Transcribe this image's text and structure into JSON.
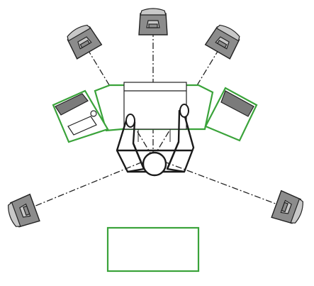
{
  "colors": {
    "outline": "#3aa33a",
    "speaker_body": "#8c8c8c",
    "speaker_cap": "#c8c8c8",
    "stroke": "#222222",
    "guide_line": "#222222"
  },
  "listener": {
    "label": "",
    "icon": "chair-with-listener-icon"
  },
  "speakers": [
    {
      "id": "front-center",
      "icon": "speaker-icon"
    },
    {
      "id": "front-left",
      "icon": "speaker-icon"
    },
    {
      "id": "front-right",
      "icon": "speaker-icon"
    },
    {
      "id": "surround-left",
      "icon": "speaker-icon"
    },
    {
      "id": "surround-right",
      "icon": "speaker-icon"
    }
  ],
  "desk": {
    "icon": "desk-icon"
  },
  "monitors": [
    {
      "id": "left-monitor",
      "icon": "monitor-icon"
    },
    {
      "id": "right-monitor",
      "icon": "monitor-icon"
    }
  ],
  "rear_object": {
    "icon": "rectangle-outline-icon"
  }
}
